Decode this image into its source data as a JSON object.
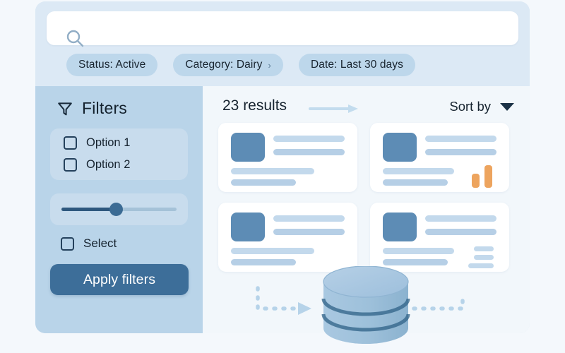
{
  "app": {
    "background_color": "#f4f8fc",
    "panel_color": "#dde9f4",
    "accent_color": "#3d6e99",
    "highlight_color": "#eda45e"
  },
  "search": {
    "value": "",
    "placeholder": "",
    "icon": "search-icon"
  },
  "filter_chips": [
    {
      "label": "Status: Active",
      "caret": ""
    },
    {
      "label": "Category: Dairy",
      "caret": "›"
    },
    {
      "label": "Date: Last 30 days",
      "caret": ""
    }
  ],
  "sidebar": {
    "title": "Filters",
    "icon": "funnel-icon",
    "checkbox_group": [
      {
        "label": "Option 1",
        "checked": false
      },
      {
        "label": "Option 2",
        "checked": false
      }
    ],
    "slider": {
      "value": 45,
      "min": 0,
      "max": 100
    },
    "select_checkbox": {
      "label": "Select",
      "checked": false
    },
    "apply_button": "Apply filters"
  },
  "results": {
    "count_label": "23 results",
    "sort_label": "Sort by",
    "sort_caret": "chevron-down-icon",
    "cards": [
      {
        "id": "card-1",
        "thumbnail": true,
        "title_lines": 2,
        "body_lines": 2,
        "extra": "none"
      },
      {
        "id": "card-2",
        "thumbnail": true,
        "title_lines": 2,
        "body_lines": 2,
        "extra": "bar-chart"
      },
      {
        "id": "card-3",
        "thumbnail": true,
        "title_lines": 2,
        "body_lines": 2,
        "extra": "none"
      },
      {
        "id": "card-4",
        "thumbnail": true,
        "title_lines": 2,
        "body_lines": 2,
        "extra": "mini-lines"
      }
    ]
  },
  "diagram": {
    "database_icon": "database-cylinder-icon",
    "left_connector": "dashed-elbow-arrow-right",
    "right_connector": "dashed-elbow-line-up"
  }
}
